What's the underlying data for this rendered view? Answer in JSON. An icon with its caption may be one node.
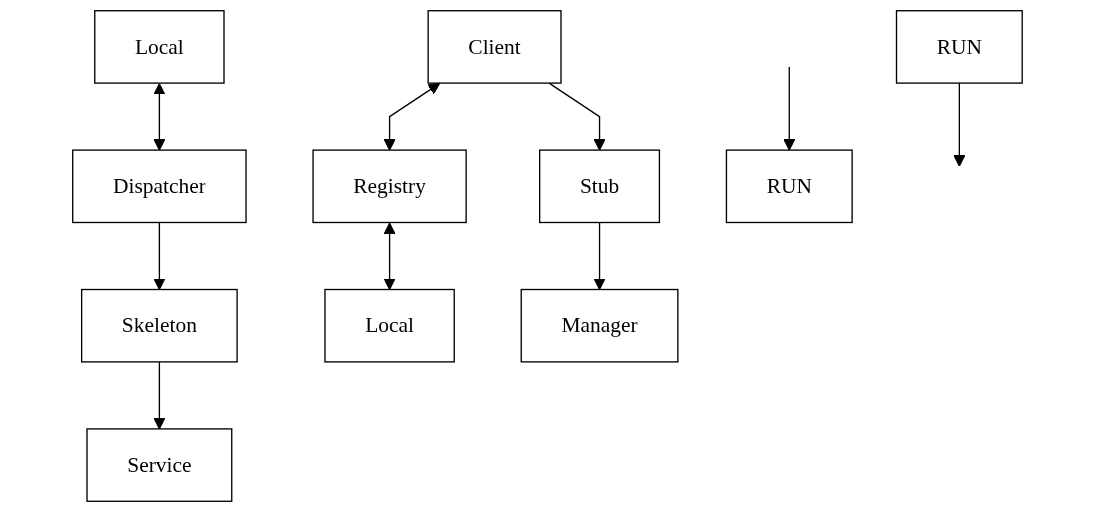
{
  "diagram": {
    "nodes": [
      {
        "text": [
          "Service"
        ]
      },
      {
        "text": [
          "Client"
        ]
      },
      {
        "text": [
          "Registry"
        ]
      },
      {
        "text": [
          "Skeleton"
        ]
      },
      {
        "text": [
          "Stub"
        ]
      },
      {
        "text": [
          "Local"
        ]
      },
      {
        "text": [
          "Local"
        ]
      },
      {
        "text": [
          "Dispatcher"
        ]
      },
      {
        "text": [
          "Manager"
        ]
      },
      {
        "text": [
          "RUN"
        ]
      },
      {
        "text": [
          "RUN"
        ]
      }
    ],
    "edges": [
      {
        "from": 3,
        "to": 0,
        "arrow": "to"
      },
      {
        "from": 7,
        "to": 3,
        "arrow": "to"
      },
      {
        "from": 1,
        "to": 2,
        "arrow": "both"
      },
      {
        "from": 1,
        "to": 4,
        "arrow": "to"
      },
      {
        "from": 2,
        "to": 5,
        "arrow": "both"
      },
      {
        "from": 4,
        "to": 8,
        "arrow": "to"
      },
      {
        "from": 6,
        "to": 7,
        "arrow": "both"
      },
      {
        "from": null,
        "to": 9,
        "arrow": "to"
      },
      {
        "from": 10,
        "to": null,
        "arrow": "to"
      }
    ]
  }
}
